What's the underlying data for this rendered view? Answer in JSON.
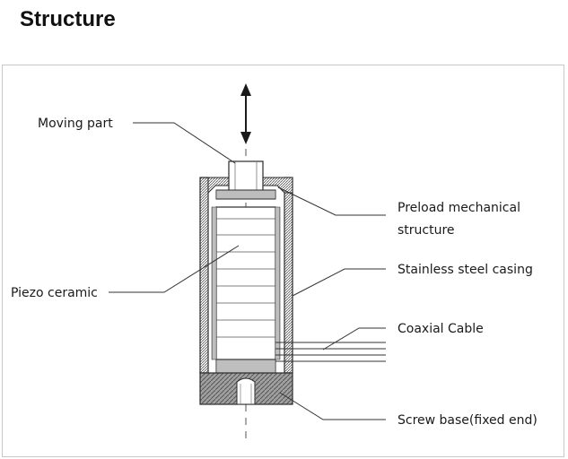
{
  "page": {
    "title": "Structure"
  },
  "diagram": {
    "labels": {
      "moving_part": "Moving part",
      "preload_line1": "Preload mechanical",
      "preload_line2": "structure",
      "casing": "Stainless steel casing",
      "piezo": "Piezo ceramic",
      "cable": "Coaxial Cable",
      "base": "Screw base(fixed end)"
    }
  },
  "colors": {
    "line": "#2a2a2a",
    "hatch": "#555555",
    "base_fill": "#9a9a9a",
    "frame_border": "#c8c8c8"
  }
}
